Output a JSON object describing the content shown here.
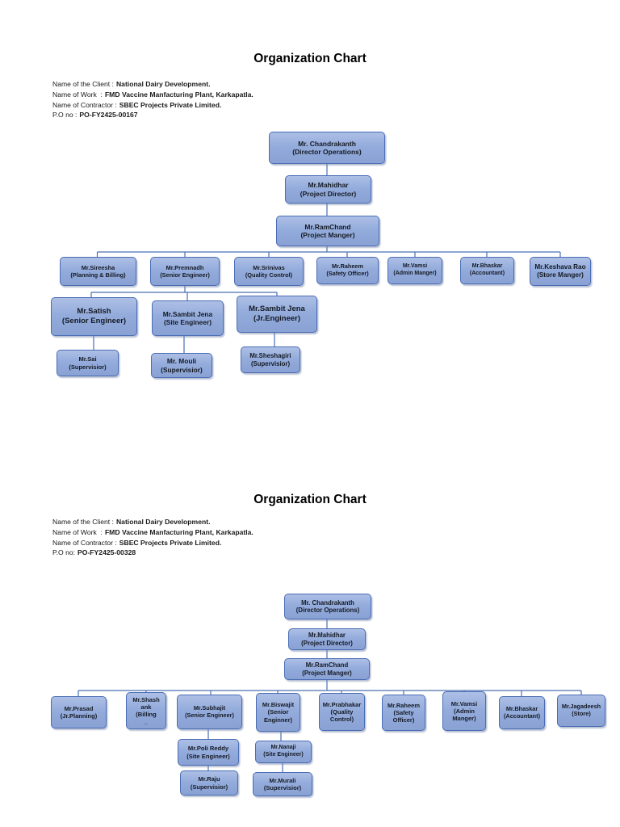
{
  "colors": {
    "box_fill": "#94acdc",
    "box_border": "#4a6db5",
    "connector": "#4a6fb5",
    "text": "#151a24",
    "title": "#000000",
    "background": "#ffffff"
  },
  "charts": [
    {
      "title": "Organization Chart",
      "meta": [
        {
          "label": "Name of the Client :",
          "value": "National Dairy Development."
        },
        {
          "label": "Name of Work  :",
          "value": "FMD Vaccine Manfacturing Plant, Karkapatla."
        },
        {
          "label": "Name of Contractor :",
          "value": "SBEC Projects Private Limited."
        },
        {
          "label": "P.O no :",
          "value": "PO-FY2425-00167"
        }
      ],
      "nodes": [
        {
          "name": "Mr. Chandrakanth",
          "role": "(Director Operations)"
        },
        {
          "name": "Mr.Mahidhar",
          "role": "(Project Director)"
        },
        {
          "name": "Mr.RamChand",
          "role": "(Project Manger)"
        },
        {
          "name": "Mr.Sireesha",
          "role": "(Planning & Billing)"
        },
        {
          "name": "Mr.Premnadh",
          "role": "(Senior Engineer)"
        },
        {
          "name": "Mr.Srinivas",
          "role": "(Quality Control)"
        },
        {
          "name": "Mr.Raheem",
          "role": "(Safety Officer)"
        },
        {
          "name": "Mr.Vamsi",
          "role": "(Admin Manger)"
        },
        {
          "name": "Mr.Bhaskar",
          "role": "(Accountant)"
        },
        {
          "name": "Mr.Keshava Rao",
          "role": "(Store Manger)"
        },
        {
          "name": "Mr.Satish",
          "role": "(Senior Engineer)"
        },
        {
          "name": "Mr.Sambit Jena",
          "role": "(Site Engineer)"
        },
        {
          "name": "Mr.Sambit Jena",
          "role": "(Jr.Engineer)"
        },
        {
          "name": "Mr.Sai",
          "role": "(Supervisior)"
        },
        {
          "name": "Mr. Mouli",
          "role": "(Supervisior)"
        },
        {
          "name": "Mr.Sheshagiri",
          "role": "(Supervisior)"
        }
      ]
    },
    {
      "title": "Organization Chart",
      "meta": [
        {
          "label": "Name of the Client :",
          "value": "National Dairy Development."
        },
        {
          "label": "Name of Work  :",
          "value": "FMD Vaccine Manfacturing Plant, Karkapatla."
        },
        {
          "label": "Name of Contractor :",
          "value": "SBEC Projects Private Limited."
        },
        {
          "label": "P.O no:",
          "value": "PO-FY2425-00328"
        }
      ],
      "nodes": [
        {
          "name": "Mr. Chandrakanth",
          "role": "(Director Operations)"
        },
        {
          "name": "Mr.Mahidhar",
          "role": "(Project Director)"
        },
        {
          "name": "Mr.RamChand",
          "role": "(Project Manger)"
        },
        {
          "name": "Mr.Prasad",
          "role": "(Jr.Planning)"
        },
        {
          "name": "Mr.Shash ank",
          "role": "(Billing",
          "extra": "_"
        },
        {
          "name": "Mr.Subhajit",
          "role": "(Senior Engineer)"
        },
        {
          "name": "Mr.Biswajit",
          "role": "(Senior Enginner)"
        },
        {
          "name": "Mr.Prabhakar",
          "role": "(Quality Control)"
        },
        {
          "name": "Mr.Raheem",
          "role": "(Safety Officer)"
        },
        {
          "name": "Mr.Vamsi",
          "role": "(Admin Manger)"
        },
        {
          "name": "Mr.Bhaskar",
          "role": "(Accountant)"
        },
        {
          "name": "Mr.Jagadeesh",
          "role": "(Store)"
        },
        {
          "name": "Mr.Poli Reddy",
          "role": "(Site Engineer)"
        },
        {
          "name": "Mr.Nanaji",
          "role": "(Site Engineer)"
        },
        {
          "name": "Mr.Raju",
          "role": "(Supervisior)"
        },
        {
          "name": "Mr.Murali",
          "role": "(Supervisior)"
        }
      ]
    }
  ]
}
